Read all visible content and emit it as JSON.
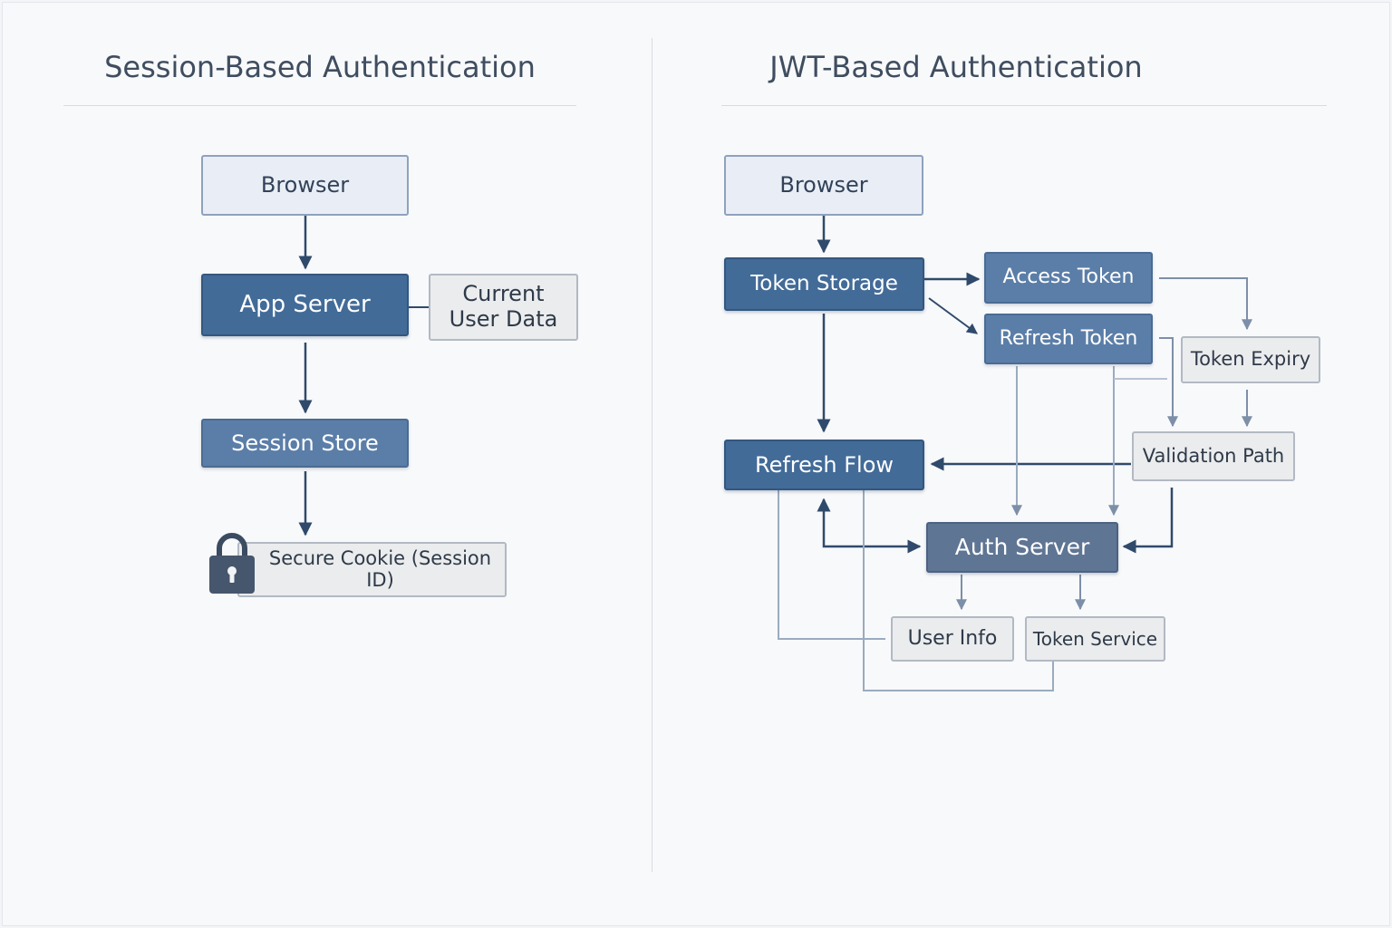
{
  "session": {
    "title": "Session-Based Authentication",
    "browser": "Browser",
    "app_server": "App Server",
    "current_user_data": "Current\nUser Data",
    "session_store": "Session Store",
    "secure_cookie": "Secure Cookie (Session ID)"
  },
  "jwt": {
    "title": "JWT-Based Authentication",
    "browser": "Browser",
    "token_storage": "Token Storage",
    "access_token": "Access Token",
    "refresh_token": "Refresh Token",
    "token_expiry": "Token Expiry",
    "validation_path": "Validation Path",
    "refresh_flow": "Refresh Flow",
    "auth_server": "Auth Server",
    "user_info": "User Info",
    "token_service": "Token Service"
  },
  "colors": {
    "dark_node": "#426b98",
    "light_node": "#e9eef6",
    "grey_node": "#ebecee",
    "connector_dark": "#2f4a6b",
    "connector_light": "#8799b0"
  }
}
